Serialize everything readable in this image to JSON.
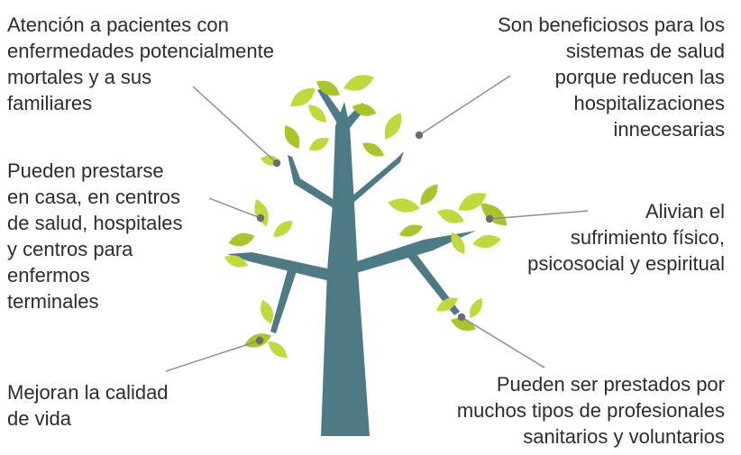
{
  "colors": {
    "trunk": "#4e7a86",
    "leaf": "#c2d83f",
    "leaf_dark": "#aac430",
    "leader": "#8a8a8a",
    "dot": "#6d6d6d",
    "text": "#2d2d2d"
  },
  "labels": [
    {
      "text": "Atención a pacientes con\nenfermedades potencialmente\nmortales y a sus\nfamiliares",
      "align": "left"
    },
    {
      "text": "Son beneficiosos para los\nsistemas de salud\nporque reducen las\nhospitalizaciones\ninnecesarias",
      "align": "right"
    },
    {
      "text": "Pueden prestarse\nen casa, en centros\nde salud, hospitales\ny centros para\nenfermos\nterminales",
      "align": "left"
    },
    {
      "text": "Alivian el\nsufrimiento físico,\npsicosocial y espiritual",
      "align": "right"
    },
    {
      "text": "Mejoran la calidad\nde vida",
      "align": "left"
    },
    {
      "text": "Pueden ser prestados por\nmuchos tipos de profesionales\nsanitarios y voluntarios",
      "align": "right"
    }
  ]
}
